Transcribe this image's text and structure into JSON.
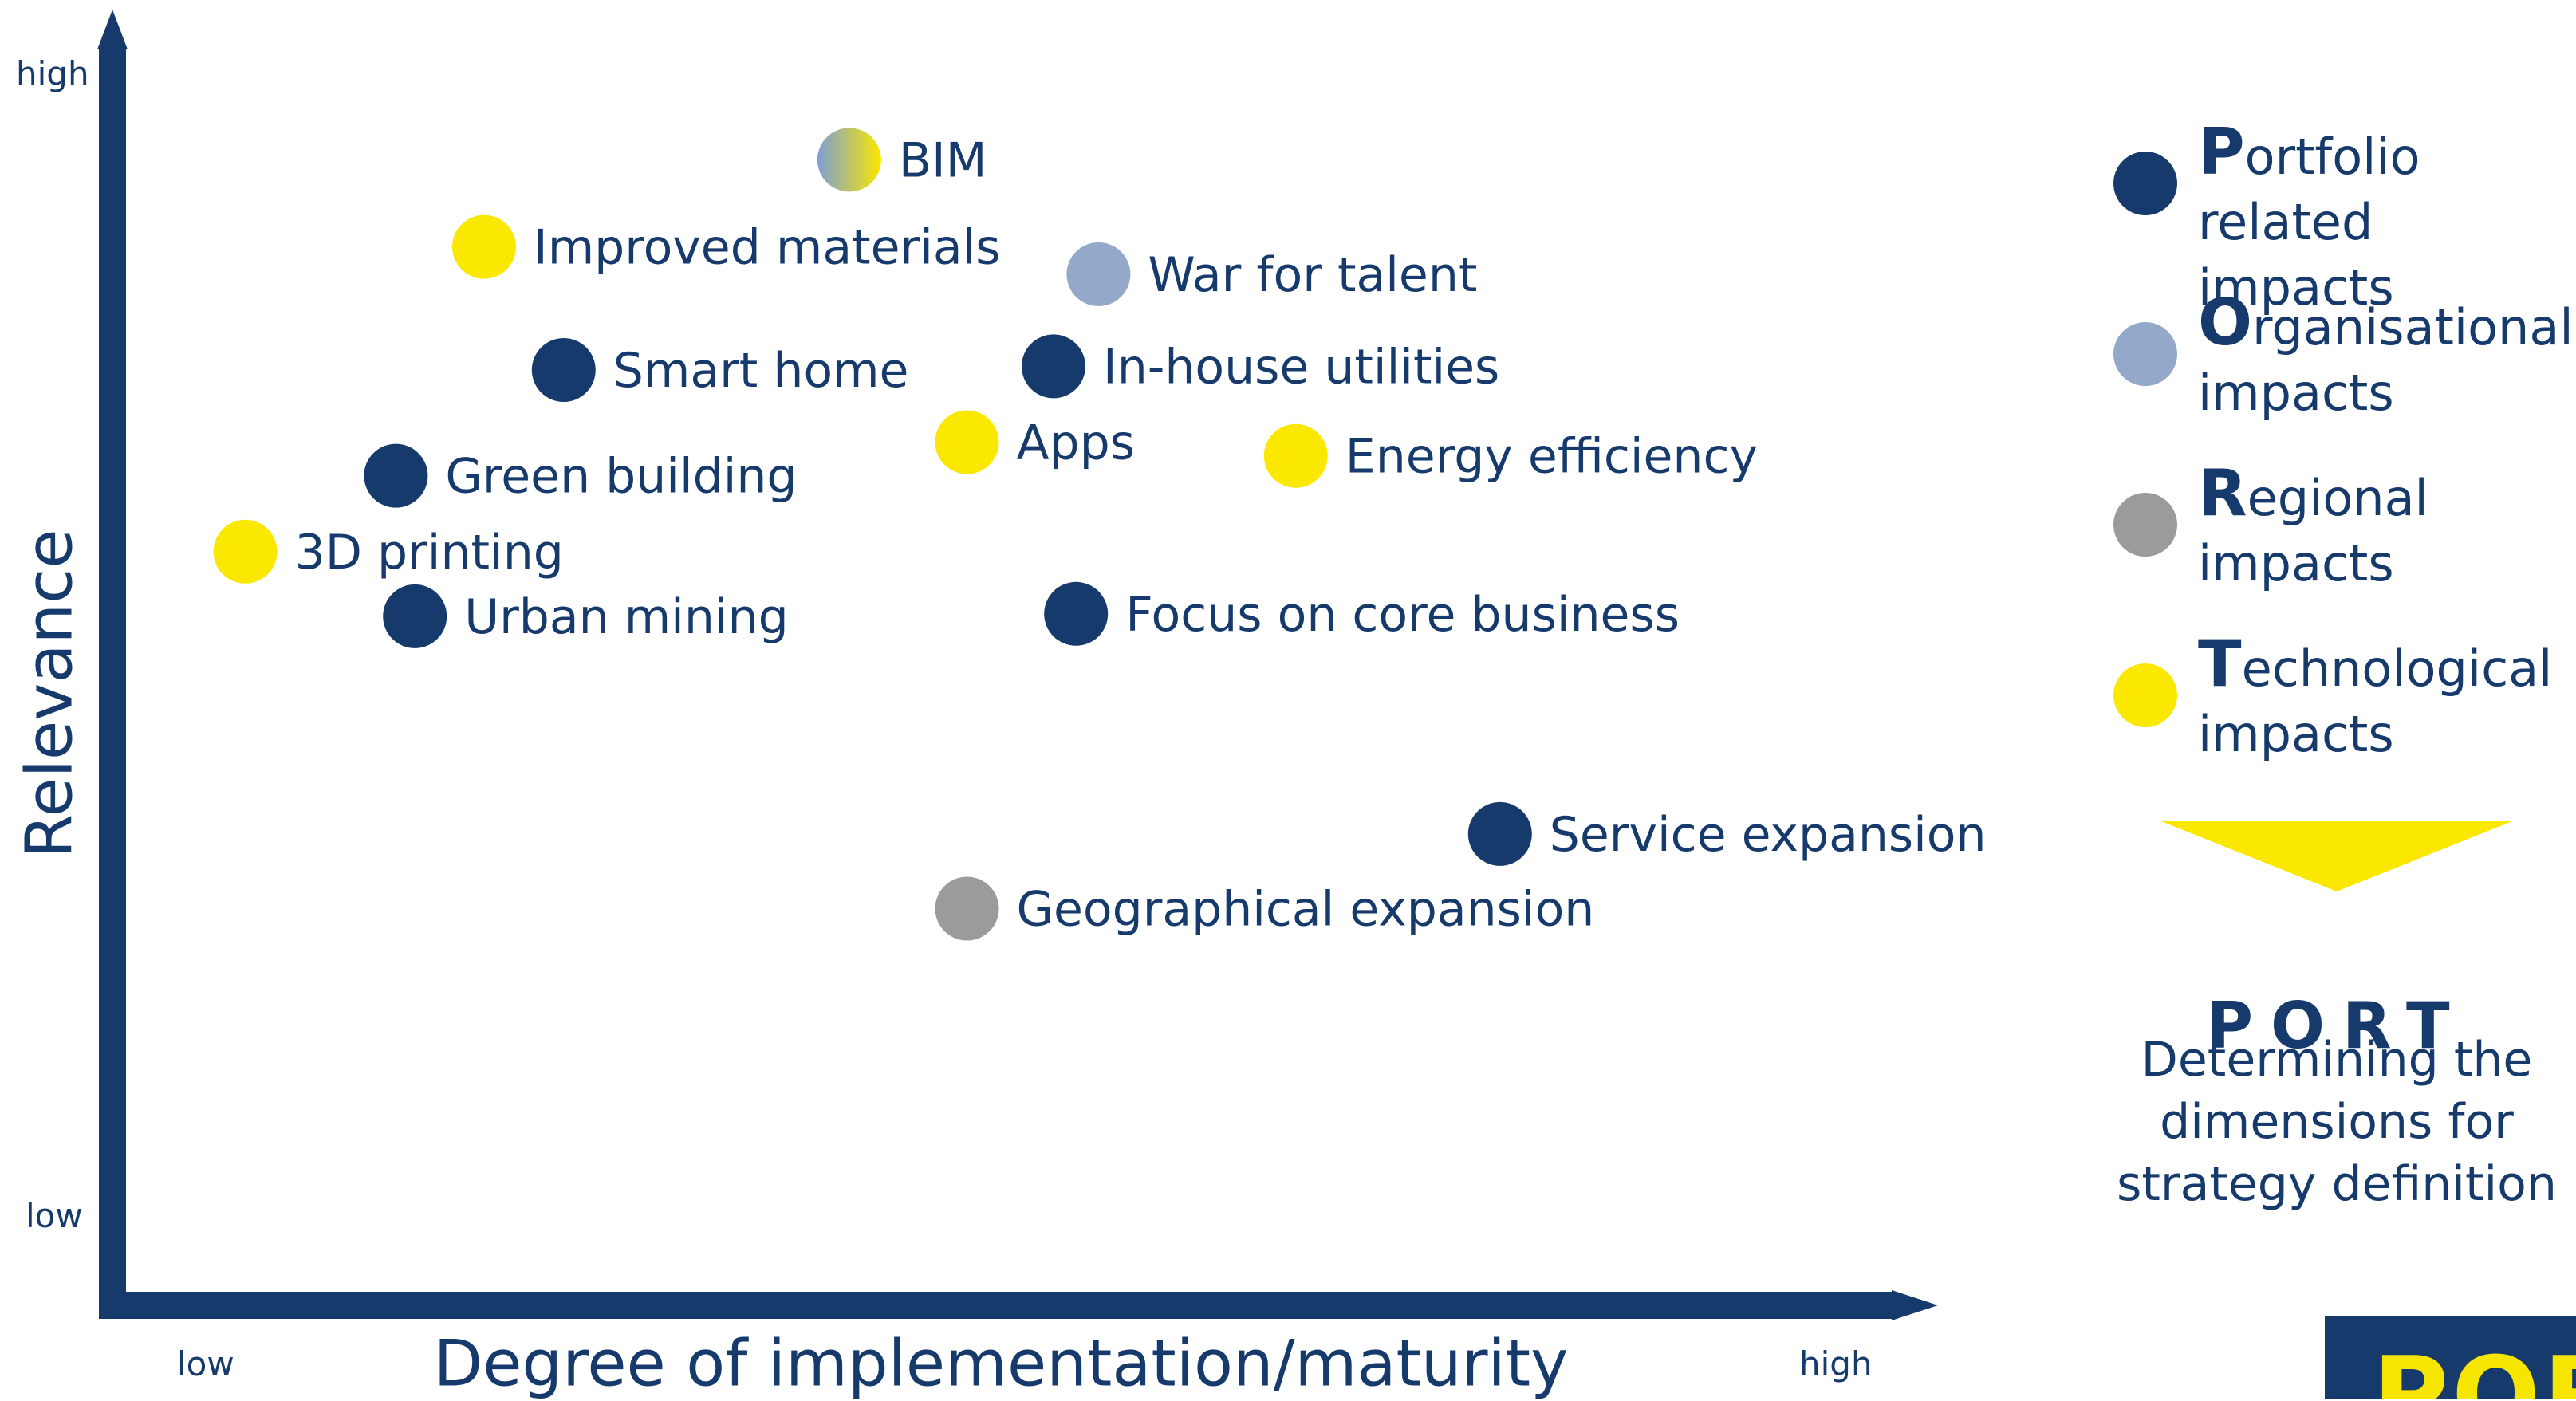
{
  "chart_data": {
    "type": "scatter",
    "xlabel": "Degree of implementation/maturity",
    "ylabel": "Relevance",
    "x_ticks": {
      "low": "low",
      "high": "high"
    },
    "y_ticks": {
      "low": "low",
      "high": "high"
    },
    "xlim": [
      0,
      100
    ],
    "ylim": [
      0,
      100
    ],
    "points": [
      {
        "label": "BIM",
        "x": 41.7,
        "y": 91.0,
        "category": "mixed"
      },
      {
        "label": "Improved materials",
        "x": 20.6,
        "y": 84.0,
        "category": "technological"
      },
      {
        "label": "War for talent",
        "x": 56.1,
        "y": 81.8,
        "category": "organisational"
      },
      {
        "label": "Smart home",
        "x": 25.2,
        "y": 74.1,
        "category": "portfolio"
      },
      {
        "label": "In-house utilities",
        "x": 53.5,
        "y": 74.4,
        "category": "portfolio"
      },
      {
        "label": "Apps",
        "x": 48.5,
        "y": 68.3,
        "category": "technological"
      },
      {
        "label": "Energy efficiency",
        "x": 67.5,
        "y": 67.2,
        "category": "technological"
      },
      {
        "label": "Green building",
        "x": 15.5,
        "y": 65.6,
        "category": "portfolio"
      },
      {
        "label": "3D printing",
        "x": 6.8,
        "y": 59.5,
        "category": "technological"
      },
      {
        "label": "Urban mining",
        "x": 16.6,
        "y": 54.3,
        "category": "portfolio"
      },
      {
        "label": "Focus on core business",
        "x": 54.8,
        "y": 54.5,
        "category": "portfolio"
      },
      {
        "label": "Service expansion",
        "x": 79.3,
        "y": 36.8,
        "category": "portfolio"
      },
      {
        "label": "Geographical expansion",
        "x": 48.5,
        "y": 30.8,
        "category": "regional"
      }
    ]
  },
  "colors": {
    "portfolio": "#153a6b",
    "organisational": "#94a9c9",
    "regional": "#9b9b9b",
    "technological": "#fbe800",
    "axis": "#153a6b"
  },
  "legend": [
    {
      "initial": "P",
      "rest": "ortfolio",
      "line2": "related impacts",
      "category": "portfolio"
    },
    {
      "initial": "O",
      "rest": "rganisational",
      "line2": "impacts",
      "category": "organisational"
    },
    {
      "initial": "R",
      "rest": "egional",
      "line2": "impacts",
      "category": "regional"
    },
    {
      "initial": "T",
      "rest": "echnological",
      "line2": "impacts",
      "category": "technological"
    }
  ],
  "port": {
    "title": "PORT",
    "subtitle": "Determining the dimensions for strategy definition"
  },
  "logo": {
    "text": "POR"
  }
}
